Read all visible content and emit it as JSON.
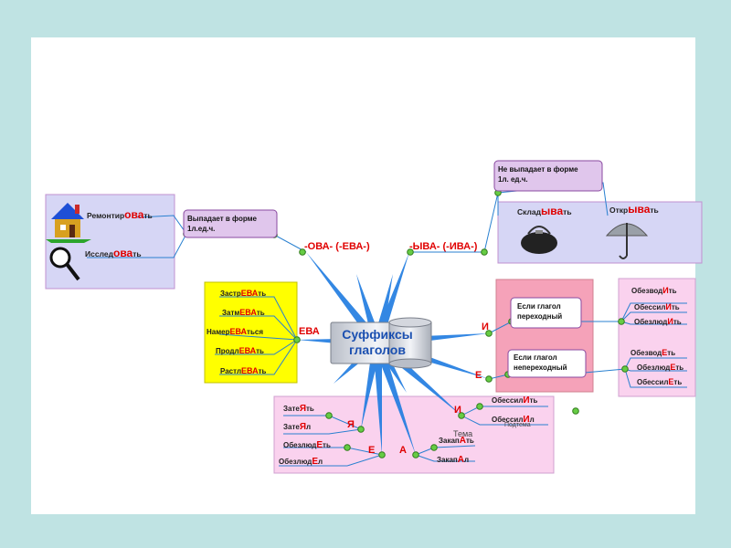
{
  "center": {
    "line1": "Суффиксы",
    "line2": "глаголов"
  },
  "branches": {
    "ova": "-ОВА- (-ЕВА-)",
    "yva": "-ЫВА- (-ИВА-)",
    "eva": "ЕВА",
    "i_right": "И",
    "e_right": "Е",
    "ya": "Я",
    "e_bottom": "Е",
    "a": "А",
    "i_bottom": "И"
  },
  "notes": {
    "drops": {
      "line1": "Выпадает в форме",
      "line2": "1л.ед.ч."
    },
    "stays": {
      "line1": "Не выпадает в форме",
      "line2": "1л. ед.ч."
    },
    "transitive": {
      "line1": "Если глагол",
      "line2": "переходный"
    },
    "intransitive": {
      "line1": "Если глагол",
      "line2": "непереходный"
    }
  },
  "ova_words": [
    {
      "pre": "Ремонтир",
      "suf": "ова",
      "post": "ть"
    },
    {
      "pre": "Исслед",
      "suf": "ова",
      "post": "ть"
    }
  ],
  "yva_words": [
    {
      "pre": "Склад",
      "suf": "ыва",
      "post": "ть"
    },
    {
      "pre": "Откр",
      "suf": "ыва",
      "post": "ть"
    }
  ],
  "eva_words": [
    {
      "pre": "Застр",
      "suf": "ЕВА",
      "post": "ть"
    },
    {
      "pre": "Затм",
      "suf": "ЕВА",
      "post": "ть"
    },
    {
      "pre": "Намер",
      "suf": "ЕВА",
      "post": "ться"
    },
    {
      "pre": "Продл",
      "suf": "ЕВА",
      "post": "ть"
    },
    {
      "pre": "Растл",
      "suf": "ЕВА",
      "post": "ть"
    }
  ],
  "i_trans_words": [
    {
      "pre": "Обезвод",
      "suf": "И",
      "post": "ть"
    },
    {
      "pre": "Обессил",
      "suf": "И",
      "post": "ть"
    },
    {
      "pre": "Обезлюд",
      "suf": "И",
      "post": "ть"
    }
  ],
  "e_intrans_words": [
    {
      "pre": "Обезвод",
      "suf": "Е",
      "post": "ть"
    },
    {
      "pre": "Обезлюд",
      "suf": "Е",
      "post": "ть"
    },
    {
      "pre": "Обессил",
      "suf": "Е",
      "post": "ть"
    }
  ],
  "ya_words": [
    {
      "pre": "Зате",
      "suf": "Я",
      "post": "ть"
    },
    {
      "pre": "Зате",
      "suf": "Я",
      "post": "л"
    }
  ],
  "e_bottom_words": [
    {
      "pre": "Обезлюд",
      "suf": "Е",
      "post": "ть"
    },
    {
      "pre": "Обезлюд",
      "suf": "Е",
      "post": "л"
    }
  ],
  "a_words": [
    {
      "pre": "Закап",
      "suf": "А",
      "post": "ть"
    },
    {
      "pre": "Закап",
      "suf": "А",
      "post": "л"
    }
  ],
  "i_bottom_words": [
    {
      "pre": "Обессил",
      "suf": "И",
      "post": "ть"
    },
    {
      "pre": "Обессил",
      "suf": "И",
      "post": "л"
    }
  ],
  "tooltip": {
    "line1": "Тема",
    "line2": "Подтема"
  },
  "colors": {
    "panel_lavender": "#d6d6f5",
    "panel_yellow": "#ffff00",
    "panel_pink": "#fad2ee",
    "panel_rose": "#f5a2b9",
    "note_fill": "#e0c6ec",
    "connector": "#2980d0",
    "node": "#66cc44",
    "accent_red": "#e00000"
  }
}
